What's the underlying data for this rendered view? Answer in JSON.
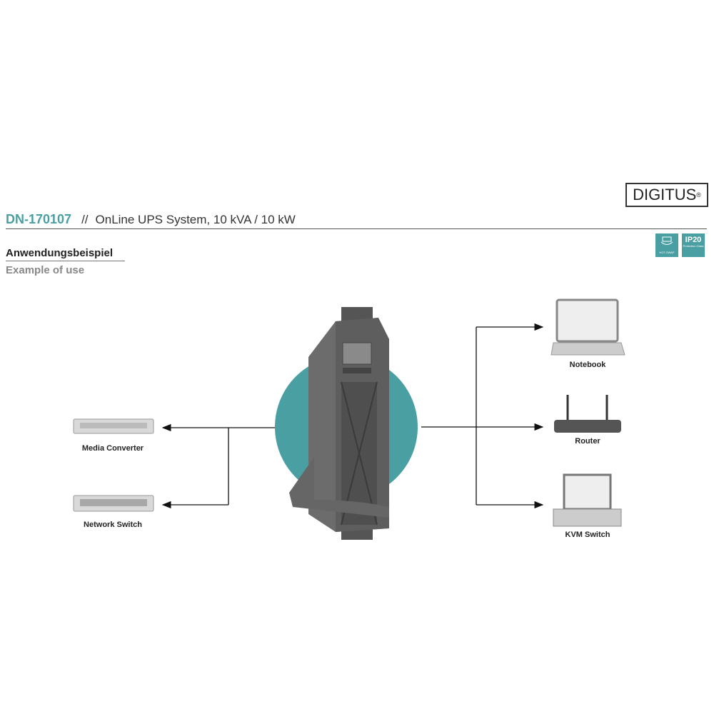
{
  "header": {
    "product_code": "DN-170107",
    "separator": "//",
    "product_title": "OnLine UPS System, 10 kVA / 10 kW"
  },
  "logo": {
    "text": "DIGITUS",
    "mark": "®"
  },
  "badges": [
    {
      "icon": "hot-swap-icon",
      "label": "HOT-SWAP"
    },
    {
      "label": "IP20",
      "sublabel": "Protection Class"
    }
  ],
  "section": {
    "title_de": "Anwendungsbeispiel",
    "title_en": "Example of use"
  },
  "devices": {
    "left": [
      {
        "label": "Media Converter"
      },
      {
        "label": "Network Switch"
      }
    ],
    "right": [
      {
        "label": "Notebook"
      },
      {
        "label": "Router"
      },
      {
        "label": "KVM Switch"
      }
    ]
  },
  "colors": {
    "accent": "#4a9fa3"
  }
}
